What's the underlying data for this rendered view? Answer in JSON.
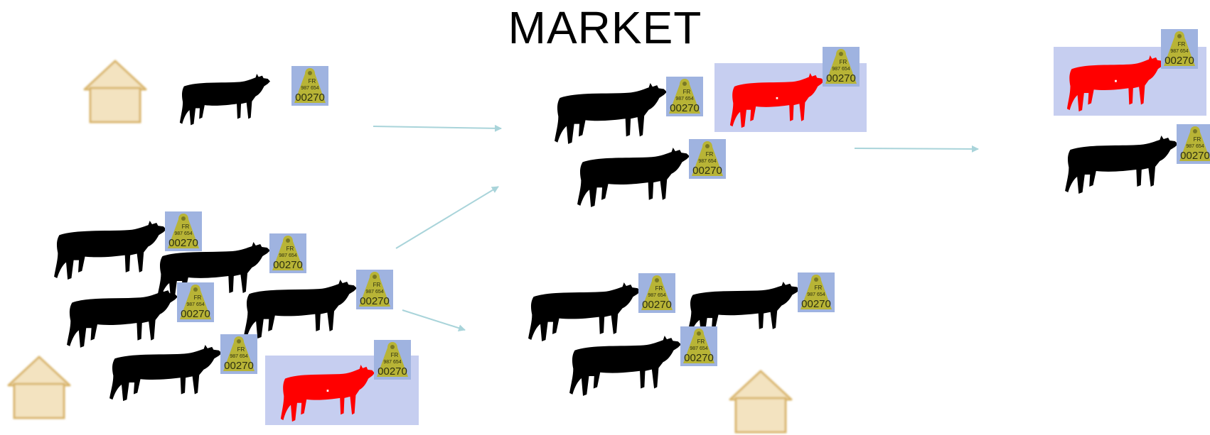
{
  "title": "MARKET",
  "ear_tag": {
    "lines": [
      "FR",
      "987 654",
      "00270"
    ]
  },
  "colors": {
    "cow": "#000000",
    "highlight_cow": "#ff0000",
    "highlight_box": "#c6cef0",
    "tag_background": "#9fb3e0",
    "tag": "#b8b436",
    "tag_text": "#2c2f10",
    "house_fill": "#f3e3c0",
    "house_stroke": "#d9b56c",
    "arrow": "#a9d4da"
  },
  "icons": {
    "cow": "cow-icon",
    "house": "farm-house-icon",
    "tag": "ear-tag-icon",
    "arrow": "arrow-icon"
  }
}
